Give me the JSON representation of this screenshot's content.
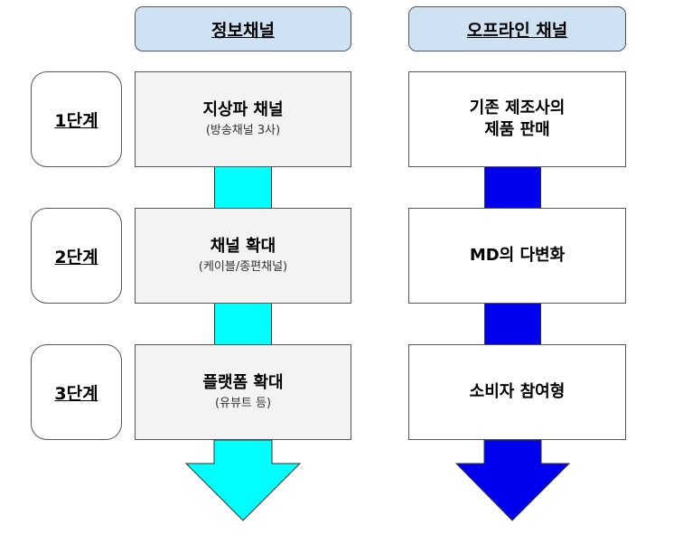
{
  "columns": {
    "info": {
      "header": "정보채널",
      "color": "#00ffff",
      "steps": [
        {
          "title": "지상파 채널",
          "subtitle": "(방송채널 3사)"
        },
        {
          "title": "채널 확대",
          "subtitle": "(케이블/종편채널)"
        },
        {
          "title": "플랫폼 확대",
          "subtitle": "(유뷰트 등)"
        }
      ]
    },
    "offline": {
      "header": "오프라인 채널",
      "color": "#0000ee",
      "steps": [
        {
          "title_lines": [
            "기존 제조사의",
            "제품 판매"
          ]
        },
        {
          "title": "MD의 다변화"
        },
        {
          "title": "소비자 참여형"
        }
      ]
    }
  },
  "stages": [
    "1단계",
    "2단계",
    "3단계"
  ]
}
